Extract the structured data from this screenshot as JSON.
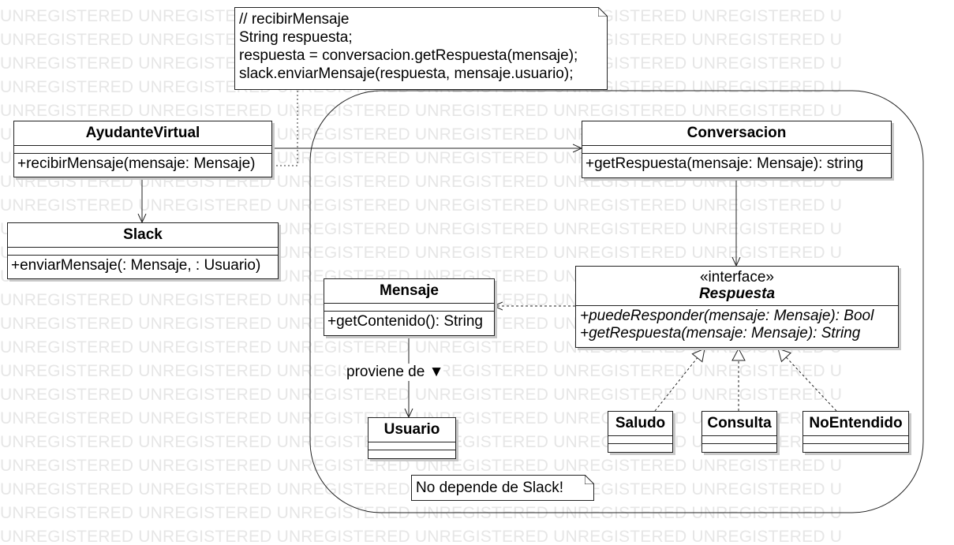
{
  "watermark": {
    "lines": [
      "UNREGISTERED UNREGISTERED UNREGISTERED UNREGISTERED UNREGISTERED UNREGISTERED U",
      "UNREGISTERED UNREGISTERED UNREGISTERED UNREGISTERED UNREGISTERED UNREGISTERED U",
      "UNREGISTERED UNREGISTERED UNREGISTERED UNREGISTERED UNREGISTERED UNREGISTERED U",
      "UNREGISTERED UNREGISTERED UNREGISTERED UNREGISTERED UNREGISTERED UNREGISTERED U",
      "UNREGISTERED UNREGISTERED UNREGISTERED UNREGISTERED UNREGISTERED UNREGISTERED U",
      "UNREGISTERED UNREGISTERED UNREGISTERED UNREGISTERED UNREGISTERED UNREGISTERED U",
      "UNREGISTERED UNREGISTERED UNREGISTERED UNREGISTERED UNREGISTERED UNREGISTERED U",
      "UNREGISTERED UNREGISTERED UNREGISTERED UNREGISTERED UNREGISTERED UNREGISTERED U",
      "UNREGISTERED UNREGISTERED UNREGISTERED UNREGISTERED UNREGISTERED UNREGISTERED U",
      "UNREGISTERED UNREGISTERED UNREGISTERED UNREGISTERED UNREGISTERED UNREGISTERED U",
      "UNREGISTERED UNREGISTERED UNREGISTERED UNREGISTERED UNREGISTERED UNREGISTERED U",
      "UNREGISTERED UNREGISTERED UNREGISTERED UNREGISTERED UNREGISTERED UNREGISTERED U",
      "UNREGISTERED UNREGISTERED UNREGISTERED UNREGISTERED UNREGISTERED UNREGISTERED U",
      "UNREGISTERED UNREGISTERED UNREGISTERED UNREGISTERED UNREGISTERED UNREGISTERED U",
      "UNREGISTERED UNREGISTERED UNREGISTERED UNREGISTERED UNREGISTERED UNREGISTERED U",
      "UNREGISTERED UNREGISTERED UNREGISTERED UNREGISTERED UNREGISTERED UNREGISTERED U",
      "UNREGISTERED UNREGISTERED UNREGISTERED UNREGISTERED UNREGISTERED UNREGISTERED U",
      "UNREGISTERED UNREGISTERED UNREGISTERED UNREGISTERED UNREGISTERED UNREGISTERED U",
      "UNREGISTERED UNREGISTERED UNREGISTERED UNREGISTERED UNREGISTERED UNREGISTERED U",
      "UNREGISTERED UNREGISTERED UNREGISTERED UNREGISTERED UNREGISTERED UNREGISTERED U",
      "UNREGISTERED UNREGISTERED UNREGISTERED UNREGISTERED UNREGISTERED UNREGISTERED U",
      "UNREGISTERED UNREGISTERED UNREGISTERED UNREGISTERED UNREGISTERED UNREGISTERED U",
      "UNREGISTERED UNREGISTERED UNREGISTERED UNREGISTERED UNREGISTERED UNREGISTERED U"
    ]
  },
  "notes": {
    "recibir": {
      "lines": [
        "// recibirMensaje",
        "String respuesta;",
        "respuesta = conversacion.getRespuesta(mensaje);",
        "slack.enviarMensaje(respuesta, mensaje.usuario);"
      ]
    },
    "slack_free": {
      "text": "No depende de Slack!"
    }
  },
  "classes": {
    "ayudante": {
      "name": "AyudanteVirtual",
      "operations": [
        "+recibirMensaje(mensaje: Mensaje)"
      ]
    },
    "slack": {
      "name": "Slack",
      "operations": [
        "+enviarMensaje(: Mensaje, : Usuario)"
      ]
    },
    "conversacion": {
      "name": "Conversacion",
      "operations": [
        "+getRespuesta(mensaje: Mensaje): string"
      ]
    },
    "mensaje": {
      "name": "Mensaje",
      "operations": [
        "+getContenido(): String"
      ]
    },
    "usuario": {
      "name": "Usuario"
    },
    "respuesta": {
      "stereotype": "«interface»",
      "name": "Respuesta",
      "operations": [
        "+puedeResponder(mensaje: Mensaje): Bool",
        "+getRespuesta(mensaje: Mensaje): String"
      ]
    },
    "saludo": {
      "name": "Saludo"
    },
    "consulta": {
      "name": "Consulta"
    },
    "noentendido": {
      "name": "NoEntendido"
    }
  },
  "associations": {
    "proviene": {
      "label": "proviene de ▼"
    }
  }
}
